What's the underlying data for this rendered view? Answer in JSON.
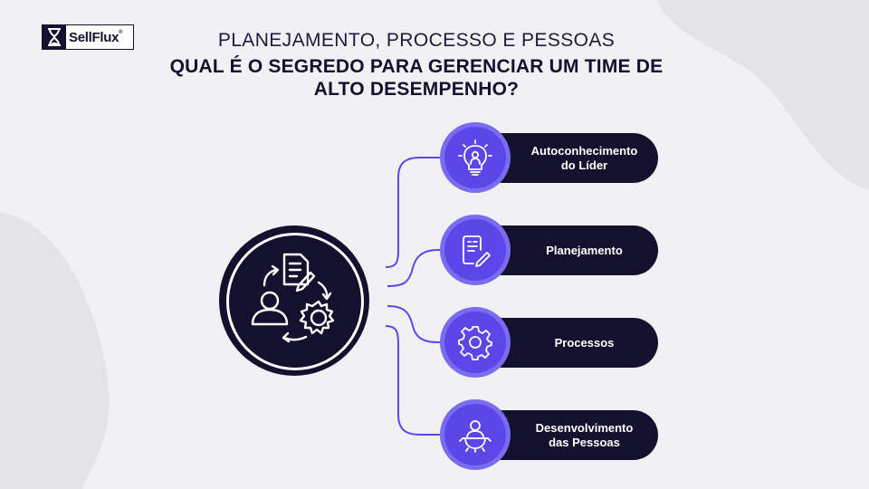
{
  "brand": {
    "name": "SellFlux",
    "registered_mark": "®"
  },
  "header": {
    "subtitle": "PLANEJAMENTO, PROCESSO E PESSOAS",
    "title": "QUAL É O SEGREDO PARA GERENCIAR UM TIME DE ALTO DESEMPENHO?"
  },
  "hub": {
    "icon": "management-cycle-icon"
  },
  "items": [
    {
      "label": "Autoconhecimento\ndo Líder",
      "icon": "lightbulb-person-icon"
    },
    {
      "label": "Planejamento",
      "icon": "document-pencil-icon"
    },
    {
      "label": "Processos",
      "icon": "gear-icon"
    },
    {
      "label": "Desenvolvimento\ndas Pessoas",
      "icon": "person-growth-icon"
    }
  ],
  "colors": {
    "background": "#f1f1f3",
    "navy": "#14112e",
    "accent": "#5b47e8",
    "accent_light": "#7a6cf0",
    "decor": "#e5e5e8"
  }
}
